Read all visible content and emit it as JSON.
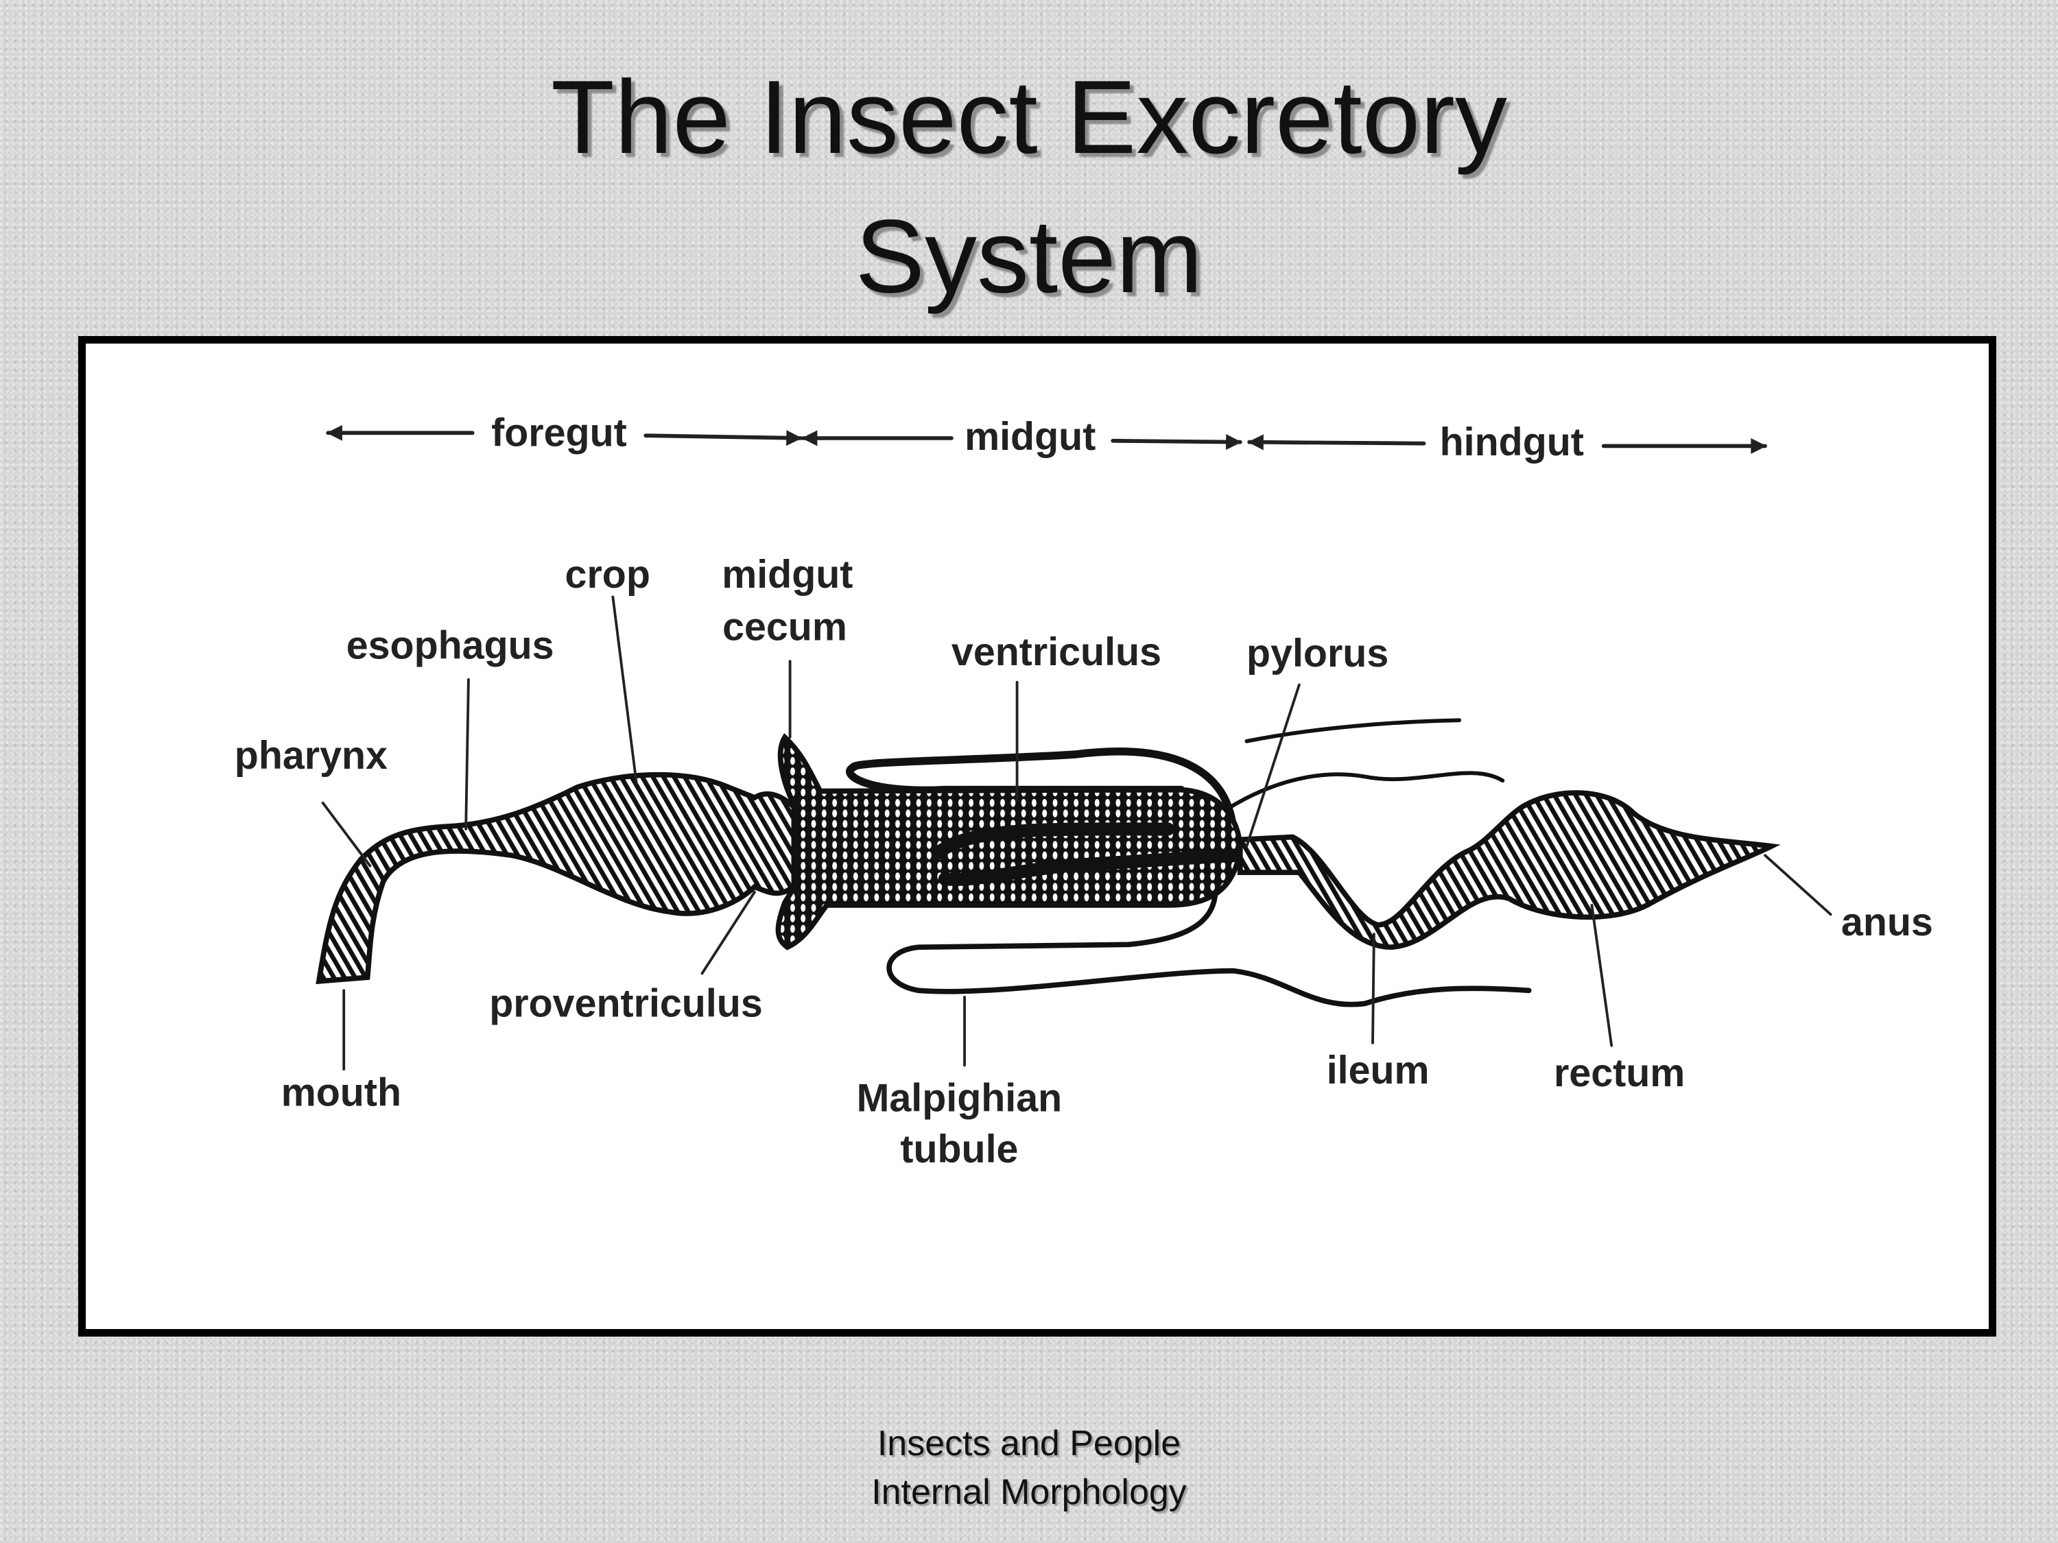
{
  "slide": {
    "title_line1": "The Insect Excretory",
    "title_line2": "System",
    "footer_line1": "Insects and People",
    "footer_line2": "Internal Morphology"
  },
  "diagram": {
    "regions": {
      "foregut": "foregut",
      "midgut": "midgut",
      "hindgut": "hindgut"
    },
    "labels": {
      "crop": "crop",
      "midgut_cecum_1": "midgut",
      "midgut_cecum_2": "cecum",
      "esophagus": "esophagus",
      "ventriculus": "ventriculus",
      "pylorus": "pylorus",
      "pharynx": "pharynx",
      "proventriculus": "proventriculus",
      "mouth": "mouth",
      "malpighian_1": "Malpighian",
      "malpighian_2": "tubule",
      "ileum": "ileum",
      "rectum": "rectum",
      "anus": "anus"
    }
  }
}
